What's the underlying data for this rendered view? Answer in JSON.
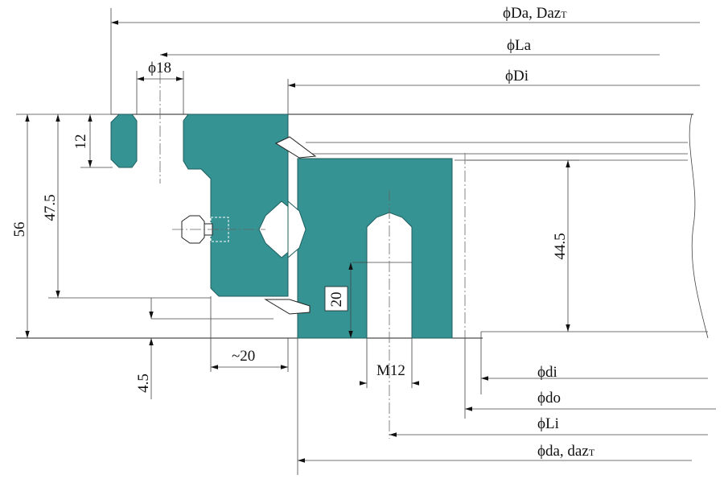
{
  "labels": {
    "Da": "ϕDa, Daz",
    "Da_sub": "T",
    "La": "ϕLa",
    "Di": "ϕDi",
    "bolt_hole": "ϕ18",
    "h12": "12",
    "h56": "56",
    "h47_5": "47.5",
    "h44_5": "44.5",
    "h20": "20",
    "h4_5": "4.5",
    "w20": "~20",
    "thread": "M12",
    "di": "ϕdi",
    "do": "ϕdo",
    "Li": "ϕLi",
    "da": "ϕda, daz",
    "da_sub": "T"
  },
  "colors": {
    "ring_fill": "#359393",
    "ring_edge": "#1e5e5e"
  }
}
